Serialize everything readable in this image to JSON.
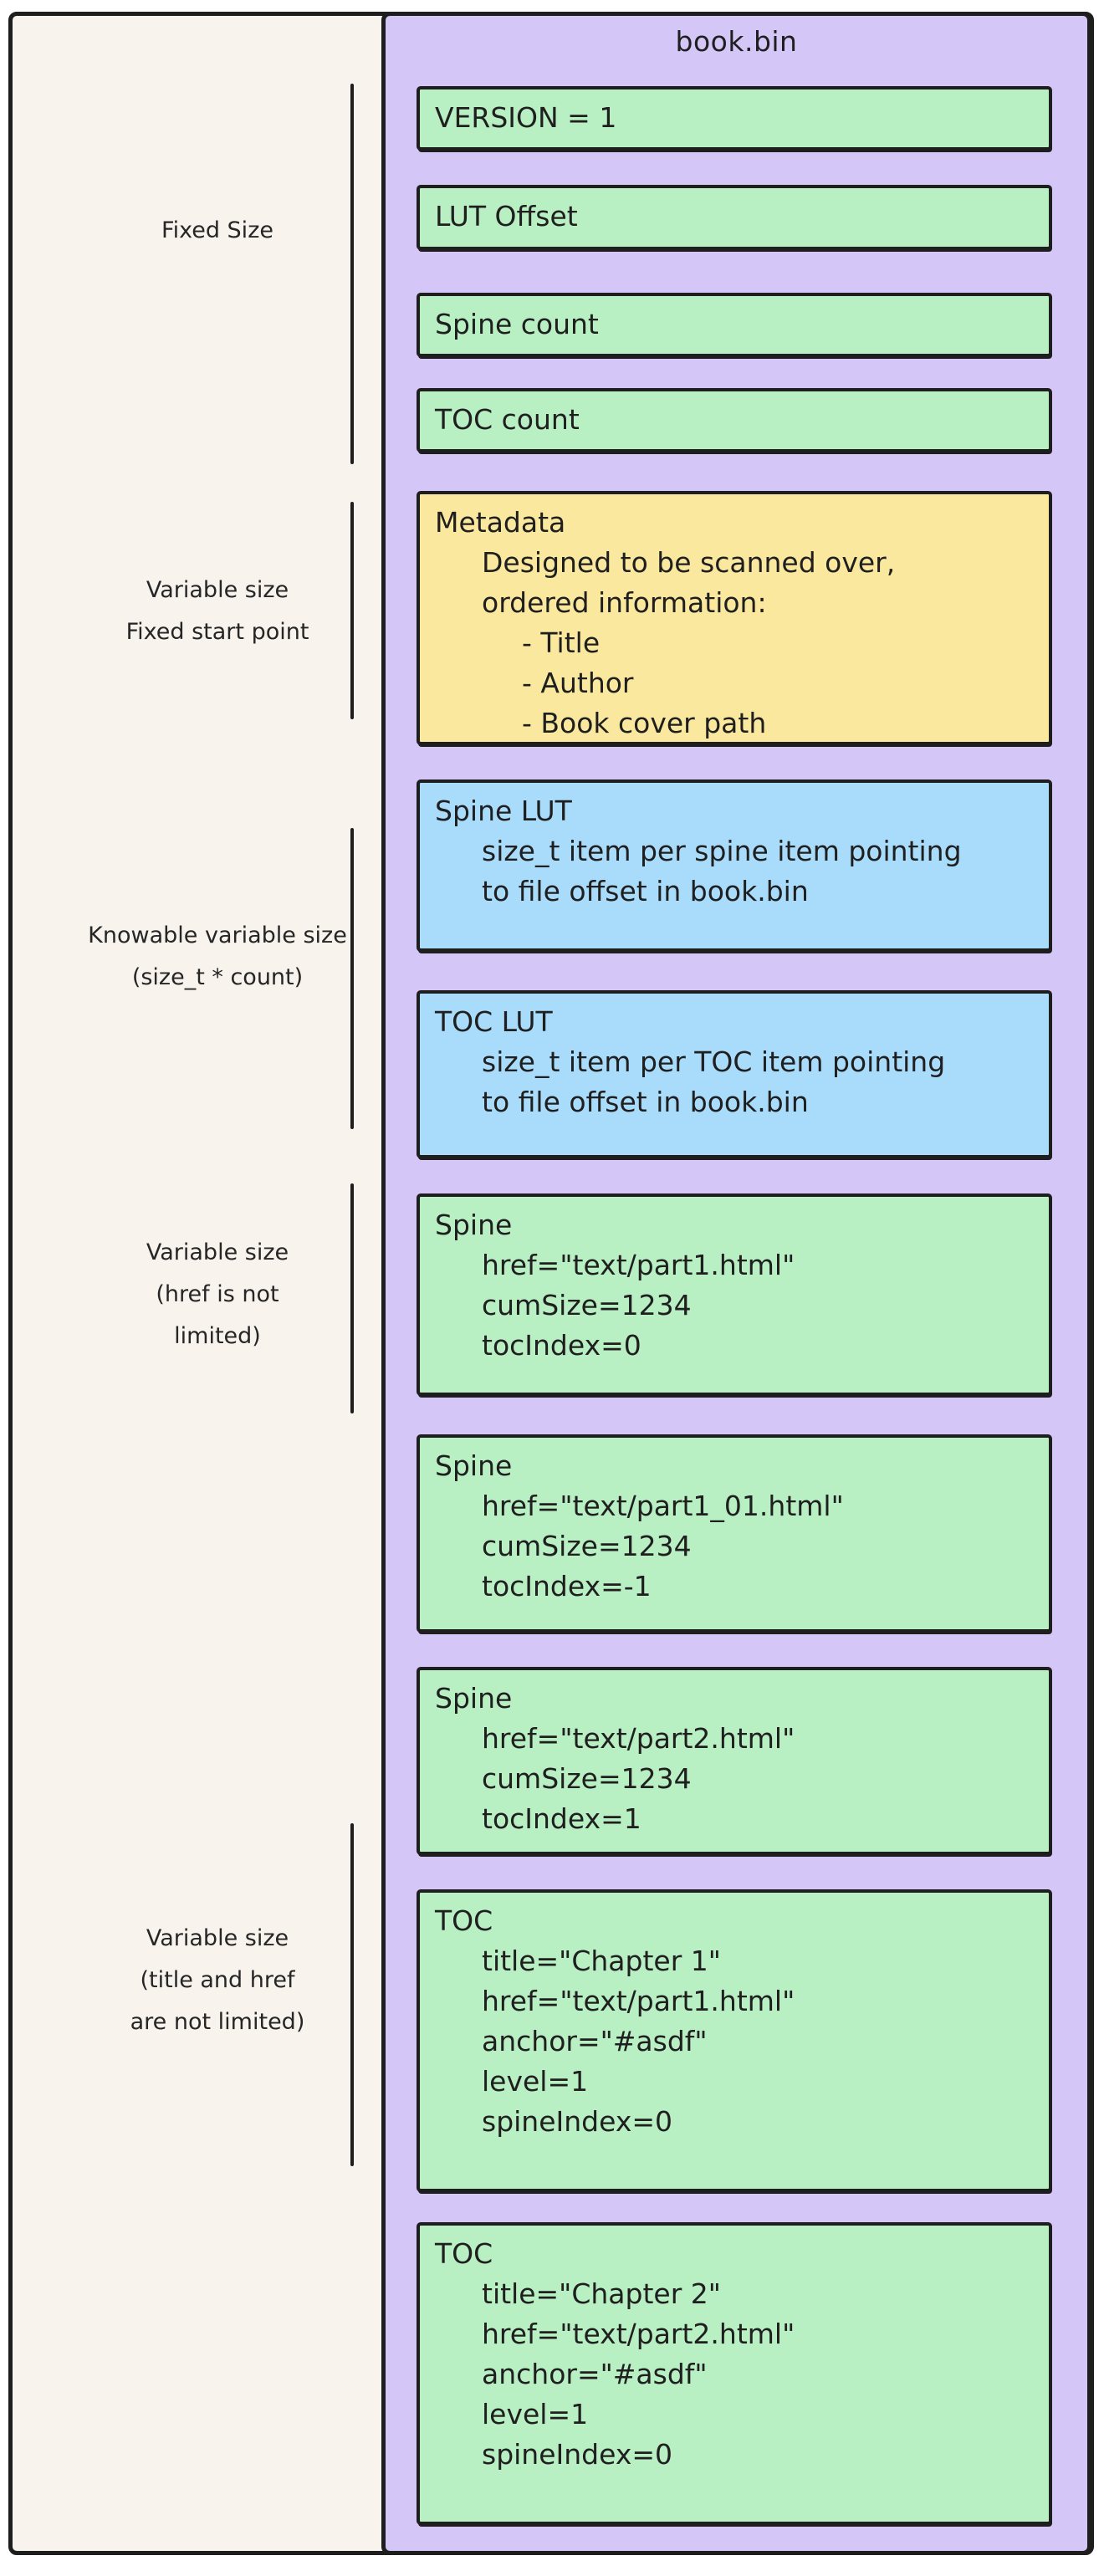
{
  "diagram": {
    "title": "book.bin",
    "colors": {
      "canvas_fill": "#f8f3ec",
      "container_fill": "#d4c7f7",
      "field_green": "#b8efc3",
      "metadata_yellow": "#fbe89f",
      "lut_blue": "#a9dbfb",
      "ink": "#1e1e1e"
    },
    "side_labels": {
      "fixed_size": {
        "lines": [
          "Fixed Size"
        ]
      },
      "variable_fixed_start": {
        "lines": [
          "Variable size",
          "Fixed start point"
        ]
      },
      "knowable_variable": {
        "lines": [
          "Knowable variable size",
          "(size_t * count)"
        ]
      },
      "variable_href": {
        "lines": [
          "Variable size",
          "(href is not",
          "limited)"
        ]
      },
      "variable_title_href": {
        "lines": [
          "Variable size",
          "(title and href",
          "are not limited)"
        ]
      }
    },
    "boxes": {
      "version": {
        "lines": [
          "VERSION = 1"
        ]
      },
      "lut_offset": {
        "lines": [
          "LUT Offset"
        ]
      },
      "spine_count": {
        "lines": [
          "Spine count"
        ]
      },
      "toc_count": {
        "lines": [
          "TOC count"
        ]
      },
      "metadata": {
        "lines": [
          "Metadata",
          "Designed to be scanned over,",
          "ordered information:",
          "- Title",
          "- Author",
          "- Book cover path"
        ]
      },
      "spine_lut": {
        "lines": [
          "Spine LUT",
          "size_t item per spine item pointing",
          "to file offset in book.bin"
        ]
      },
      "toc_lut": {
        "lines": [
          "TOC LUT",
          "size_t item per TOC item pointing",
          "to file offset in book.bin"
        ]
      },
      "spine_1": {
        "lines": [
          "Spine",
          "href=\"text/part1.html\"",
          "cumSize=1234",
          "tocIndex=0"
        ]
      },
      "spine_2": {
        "lines": [
          "Spine",
          "href=\"text/part1_01.html\"",
          "cumSize=1234",
          "tocIndex=-1"
        ]
      },
      "spine_3": {
        "lines": [
          "Spine",
          "href=\"text/part2.html\"",
          "cumSize=1234",
          "tocIndex=1"
        ]
      },
      "toc_1": {
        "lines": [
          "TOC",
          "title=\"Chapter 1\"",
          "href=\"text/part1.html\"",
          "anchor=\"#asdf\"",
          "level=1",
          "spineIndex=0"
        ]
      },
      "toc_2": {
        "lines": [
          "TOC",
          "title=\"Chapter 2\"",
          "href=\"text/part2.html\"",
          "anchor=\"#asdf\"",
          "level=1",
          "spineIndex=0"
        ]
      }
    }
  }
}
